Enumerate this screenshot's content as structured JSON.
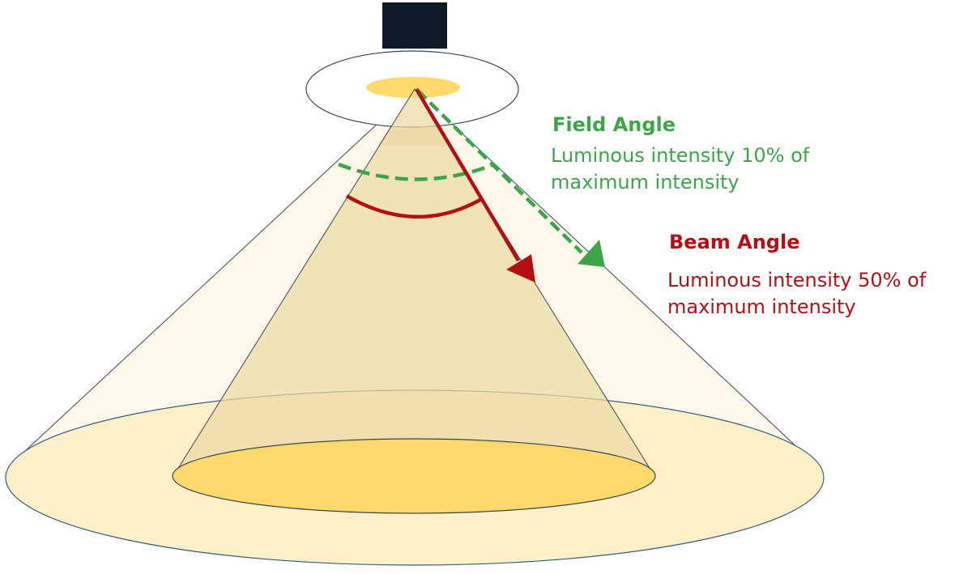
{
  "colors": {
    "field_green": "#3aa648",
    "beam_red": "#b30f14",
    "fixture_body": "#0e1a27",
    "inner_glow": "#fcd96a",
    "outer_cone": "#fdf8ea",
    "outer_spot": "#fdf0c8",
    "inner_cone": "#f3e3b8",
    "outline": "#3a4655"
  },
  "field_angle": {
    "title": "Field Angle",
    "line1": "Luminous intensity 10% of",
    "line2": "maximum intensity"
  },
  "beam_angle": {
    "title": "Beam Angle",
    "line1": "Luminous intensity 50% of",
    "line2": "maximum intensity"
  }
}
